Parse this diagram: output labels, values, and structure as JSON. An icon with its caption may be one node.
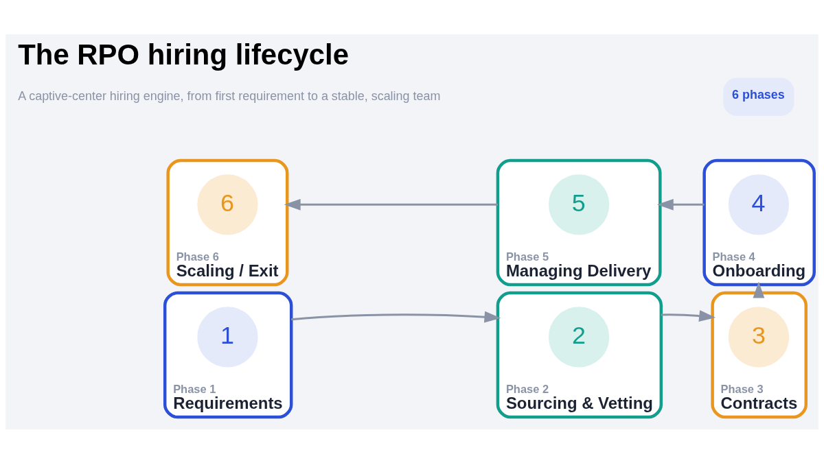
{
  "diagram": {
    "title": "The RPO hiring lifecycle",
    "caption": "A captive-center hiring engine, from first requirement to a stable, scaling team",
    "nodes": [
      {
        "text": [
          "Phase 1",
          "Requirements"
        ]
      },
      {
        "text": [
          "1"
        ],
        "in": 0
      },
      {
        "text": [
          "Phase 2",
          "Sourcing & Vetting"
        ]
      },
      {
        "text": [
          "2"
        ],
        "in": 2
      },
      {
        "text": [
          "Phase 3",
          "Contracts"
        ]
      },
      {
        "text": [
          "3"
        ],
        "in": 4
      },
      {
        "text": [
          "Phase 4",
          "Onboarding"
        ]
      },
      {
        "text": [
          "4"
        ],
        "in": 6
      },
      {
        "text": [
          "Phase 5",
          "Managing Delivery"
        ]
      },
      {
        "text": [
          "5"
        ],
        "in": 8
      },
      {
        "text": [
          "Phase 6",
          "Scaling / Exit"
        ]
      },
      {
        "text": [
          "6"
        ],
        "in": 10
      }
    ],
    "edges": [
      {
        "from": 0,
        "to": 2,
        "arrow": "to"
      },
      {
        "from": 2,
        "to": 4,
        "arrow": "to"
      },
      {
        "from": 4,
        "to": 6,
        "arrow": "to"
      },
      {
        "from": 6,
        "to": 8,
        "arrow": "to"
      },
      {
        "from": 8,
        "to": 10,
        "arrow": "to"
      }
    ],
    "labels": [
      "6 phases"
    ]
  }
}
